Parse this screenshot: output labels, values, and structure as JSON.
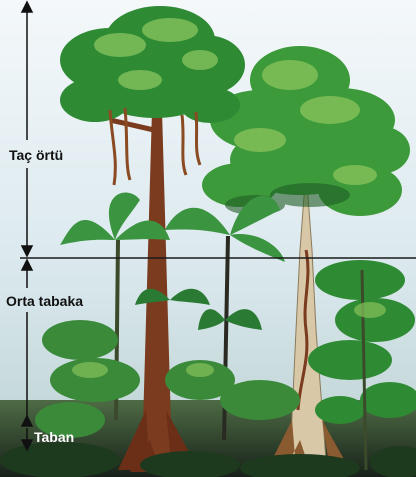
{
  "layers": {
    "canopy": {
      "label": "Taç örtü"
    },
    "middle": {
      "label": "Orta tabaka"
    },
    "floor": {
      "label": "Taban"
    }
  },
  "colors": {
    "sky_top": "#f4f8fa",
    "sky_bottom": "#c9dfe6",
    "ground": "#1e2a1c",
    "leaf_dark": "#256f2a",
    "leaf_mid": "#3d9a3b",
    "leaf_light": "#86c25a",
    "trunk_brown": "#7a3b1e",
    "trunk_pale": "#d8c8a8",
    "arrow": "#111111",
    "divider": "#1a1a1a"
  },
  "icons": {
    "arrows": "vertical-double-arrow-icon",
    "trees": "rainforest-tree-illustration"
  }
}
